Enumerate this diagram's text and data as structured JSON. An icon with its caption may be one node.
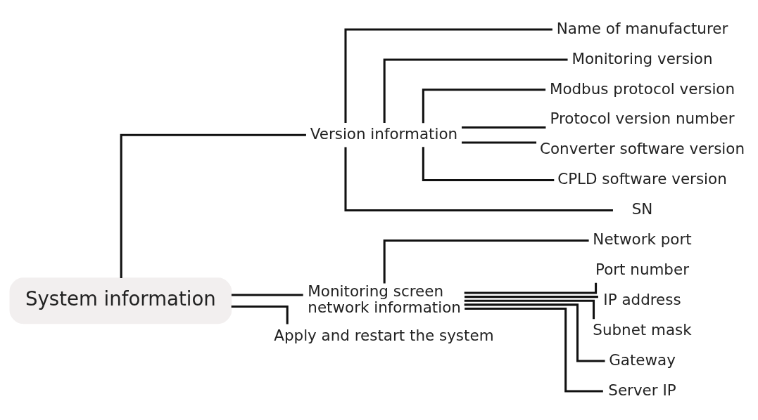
{
  "diagram": {
    "nodes": [
      {
        "text": [
          "System information"
        ]
      },
      {
        "text": [
          "Version information"
        ]
      },
      {
        "text": [
          "Monitoring screen network information"
        ]
      },
      {
        "text": [
          "Apply and restart the system"
        ]
      },
      {
        "text": [
          "Name of manufacturer"
        ]
      },
      {
        "text": [
          "Monitoring version"
        ]
      },
      {
        "text": [
          "Modbus protocol version"
        ]
      },
      {
        "text": [
          "Protocol version number"
        ]
      },
      {
        "text": [
          "Converter software version"
        ]
      },
      {
        "text": [
          "CPLD software version"
        ]
      },
      {
        "text": [
          "SN"
        ]
      },
      {
        "text": [
          "Network port"
        ]
      },
      {
        "text": [
          "Port number"
        ]
      },
      {
        "text": [
          "IP address"
        ]
      },
      {
        "text": [
          "Subnet mask"
        ]
      },
      {
        "text": [
          "Gateway"
        ]
      },
      {
        "text": [
          "Server IP"
        ]
      }
    ],
    "edges": [
      {
        "from": 0,
        "to": 1,
        "arrow": "none"
      },
      {
        "from": 0,
        "to": 2,
        "arrow": "none"
      },
      {
        "from": 0,
        "to": 3,
        "arrow": "none"
      },
      {
        "from": 1,
        "to": 4,
        "arrow": "none"
      },
      {
        "from": 1,
        "to": 5,
        "arrow": "none"
      },
      {
        "from": 1,
        "to": 6,
        "arrow": "none"
      },
      {
        "from": 1,
        "to": 7,
        "arrow": "none"
      },
      {
        "from": 1,
        "to": 8,
        "arrow": "none"
      },
      {
        "from": 1,
        "to": 9,
        "arrow": "none"
      },
      {
        "from": 1,
        "to": 10,
        "arrow": "none"
      },
      {
        "from": 2,
        "to": 11,
        "arrow": "none"
      },
      {
        "from": 2,
        "to": 12,
        "arrow": "none"
      },
      {
        "from": 2,
        "to": 13,
        "arrow": "none"
      },
      {
        "from": 2,
        "to": 14,
        "arrow": "none"
      },
      {
        "from": 2,
        "to": 15,
        "arrow": "none"
      },
      {
        "from": 2,
        "to": 16,
        "arrow": "none"
      }
    ]
  }
}
